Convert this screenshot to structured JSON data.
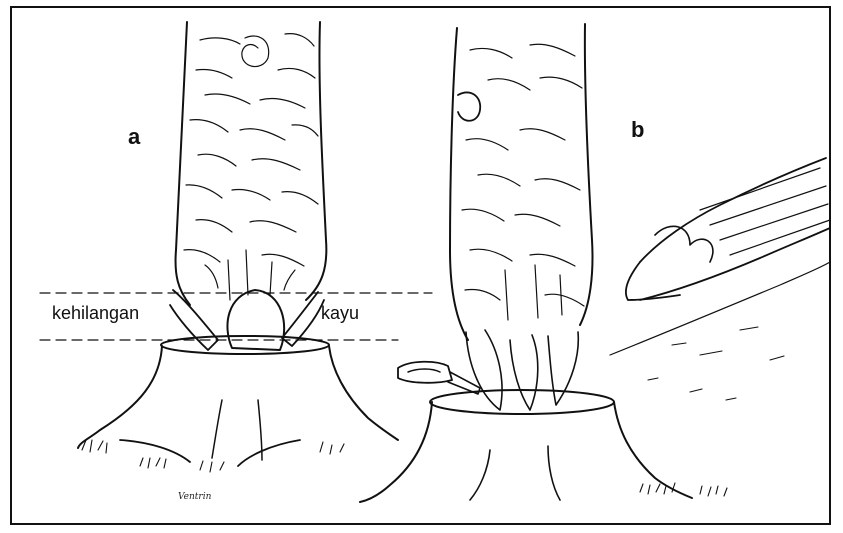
{
  "labels": {
    "panel_a": "a",
    "panel_b": "b",
    "loss_left": "kehilangan",
    "loss_right": "kayu"
  },
  "signature": "Ventrin"
}
